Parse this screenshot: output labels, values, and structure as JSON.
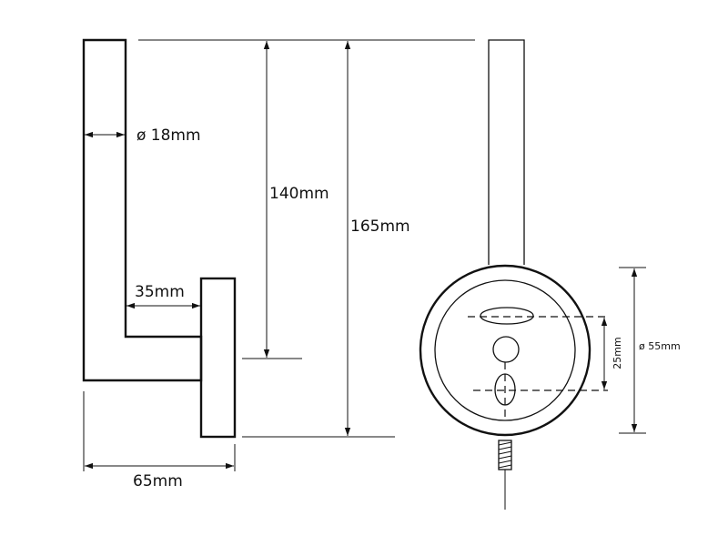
{
  "dimensions": {
    "tube_diameter": "ø 18mm",
    "arm_length": "35mm",
    "inner_height": "140mm",
    "total_height": "165mm",
    "total_depth": "65mm",
    "hole_spacing": "25mm",
    "base_diameter": "ø 55mm"
  },
  "colors": {
    "line": "#111111",
    "background": "#ffffff"
  }
}
